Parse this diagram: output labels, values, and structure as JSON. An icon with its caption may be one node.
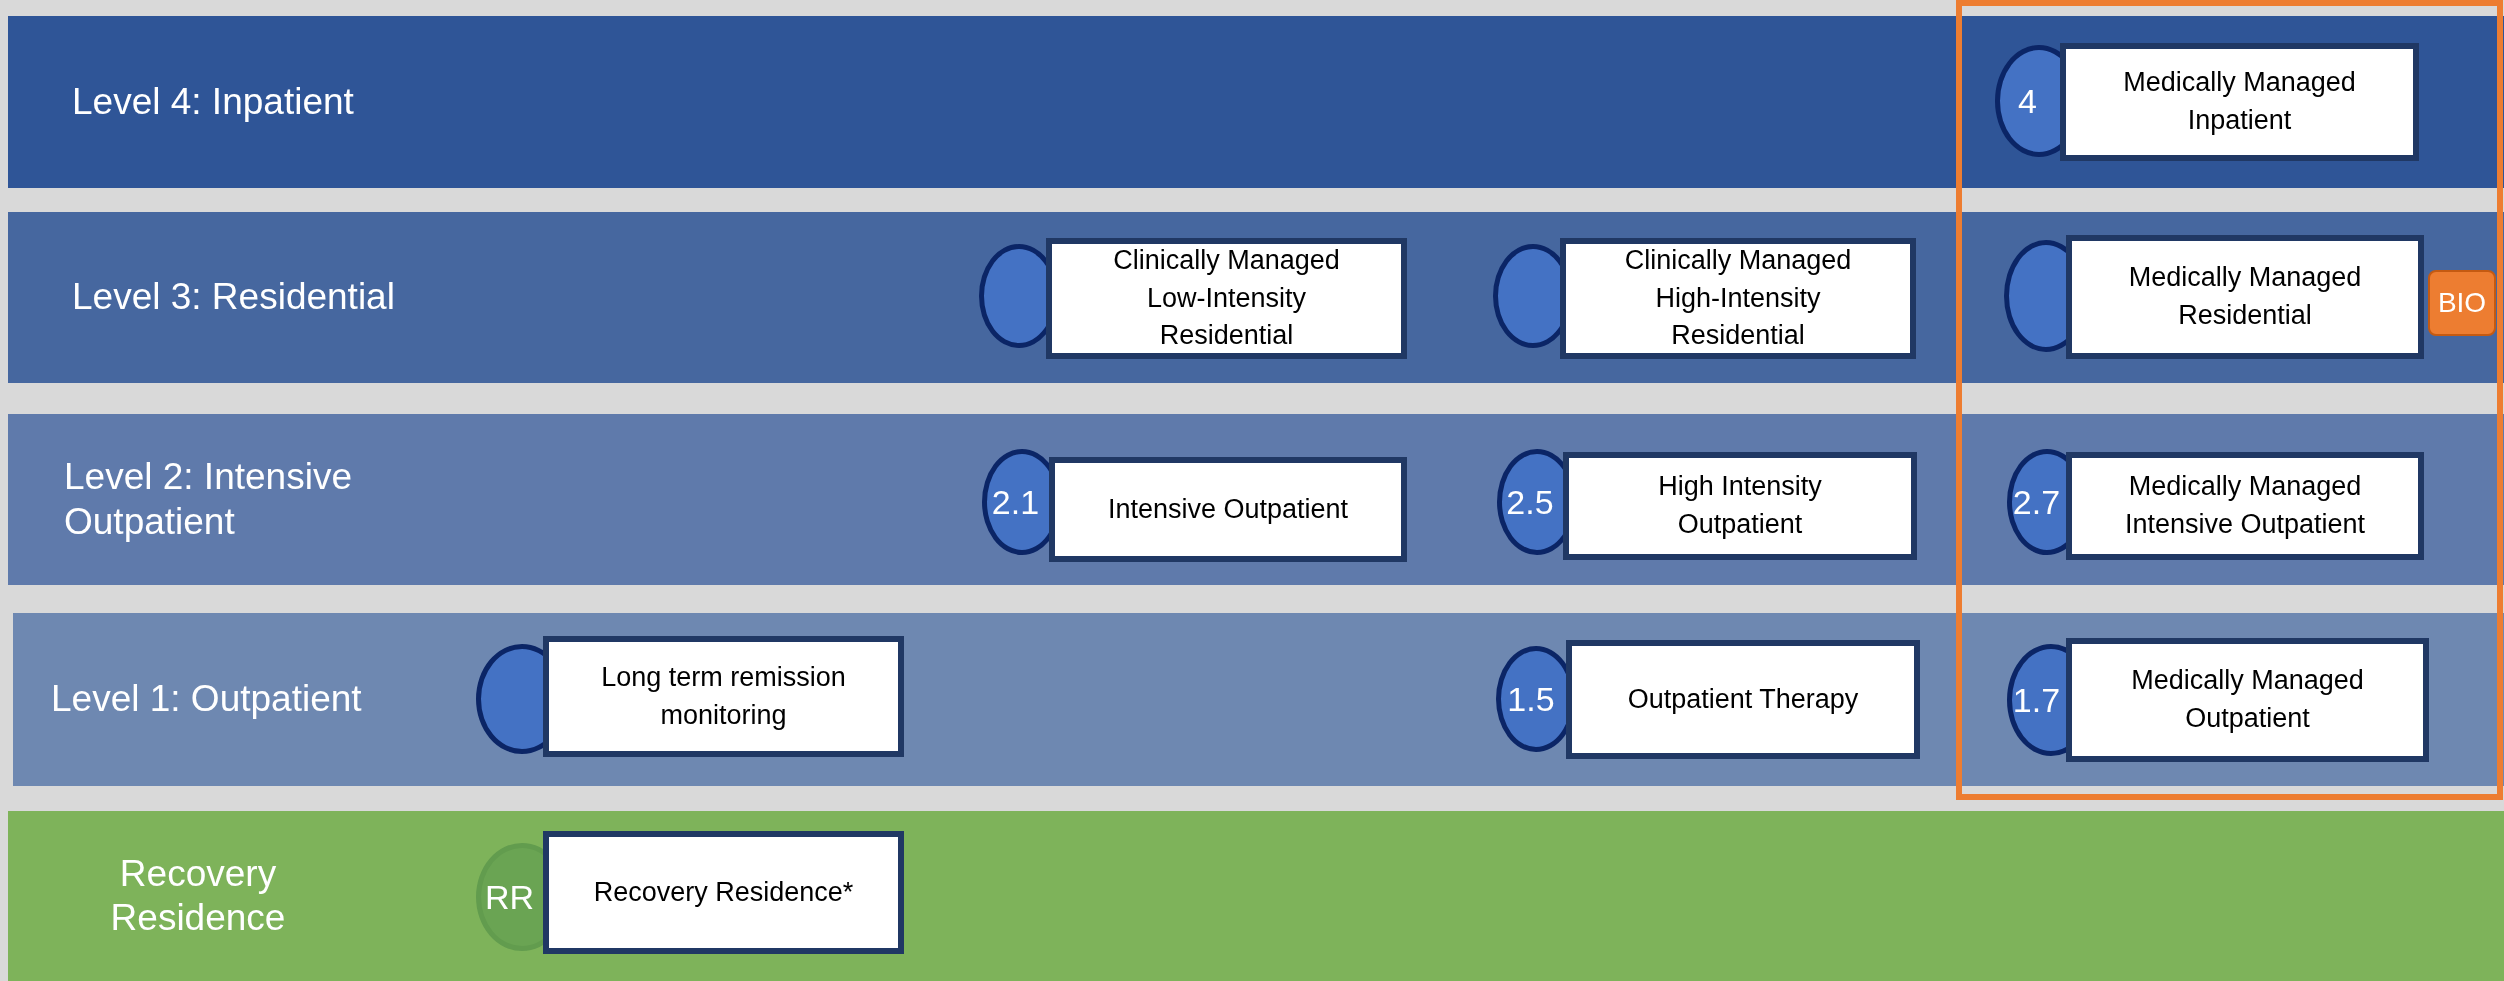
{
  "diagram": {
    "nodes": [
      {
        "text": [
          "Level 4: Inpatient"
        ]
      },
      {
        "text": [
          "4"
        ],
        "in": 0
      },
      {
        "text": [
          "Medically Managed Inpatient"
        ],
        "in": 0
      },
      {
        "text": [
          "Level 3: Residential"
        ]
      },
      {
        "text": [],
        "shape": "circle",
        "in": 3
      },
      {
        "text": [
          "Clinically Managed Low-Intensity Residential"
        ],
        "in": 3
      },
      {
        "text": [],
        "shape": "circle",
        "in": 3
      },
      {
        "text": [
          "Clinically Managed High-Intensity Residential"
        ],
        "in": 3
      },
      {
        "text": [],
        "shape": "circle",
        "in": 3
      },
      {
        "text": [
          "Medically Managed Residential"
        ],
        "in": 3
      },
      {
        "text": [
          "BIO"
        ],
        "in": 3
      },
      {
        "text": [
          "Level 2: Intensive Outpatient"
        ]
      },
      {
        "text": [
          "2.1"
        ],
        "in": 11
      },
      {
        "text": [
          "Intensive Outpatient"
        ],
        "in": 11
      },
      {
        "text": [
          "2.5"
        ],
        "in": 11
      },
      {
        "text": [
          "High Intensity Outpatient"
        ],
        "in": 11
      },
      {
        "text": [
          "2.7"
        ],
        "in": 11
      },
      {
        "text": [
          "Medically Managed Intensive Outpatient"
        ],
        "in": 11
      },
      {
        "text": [
          "Level 1: Outpatient"
        ]
      },
      {
        "text": [],
        "shape": "circle",
        "in": 18
      },
      {
        "text": [
          "Long term remission monitoring"
        ],
        "in": 18
      },
      {
        "text": [
          "1.5"
        ],
        "in": 18
      },
      {
        "text": [
          "Outpatient Therapy"
        ],
        "in": 18
      },
      {
        "text": [
          "1.7"
        ],
        "in": 18
      },
      {
        "text": [
          "Medically Managed Outpatient"
        ],
        "in": 18
      },
      {
        "text": [
          "Recovery Residence"
        ]
      },
      {
        "text": [
          "RR"
        ],
        "in": 25
      },
      {
        "text": [
          "Recovery Residence*"
        ],
        "in": 25
      }
    ],
    "edges": []
  }
}
